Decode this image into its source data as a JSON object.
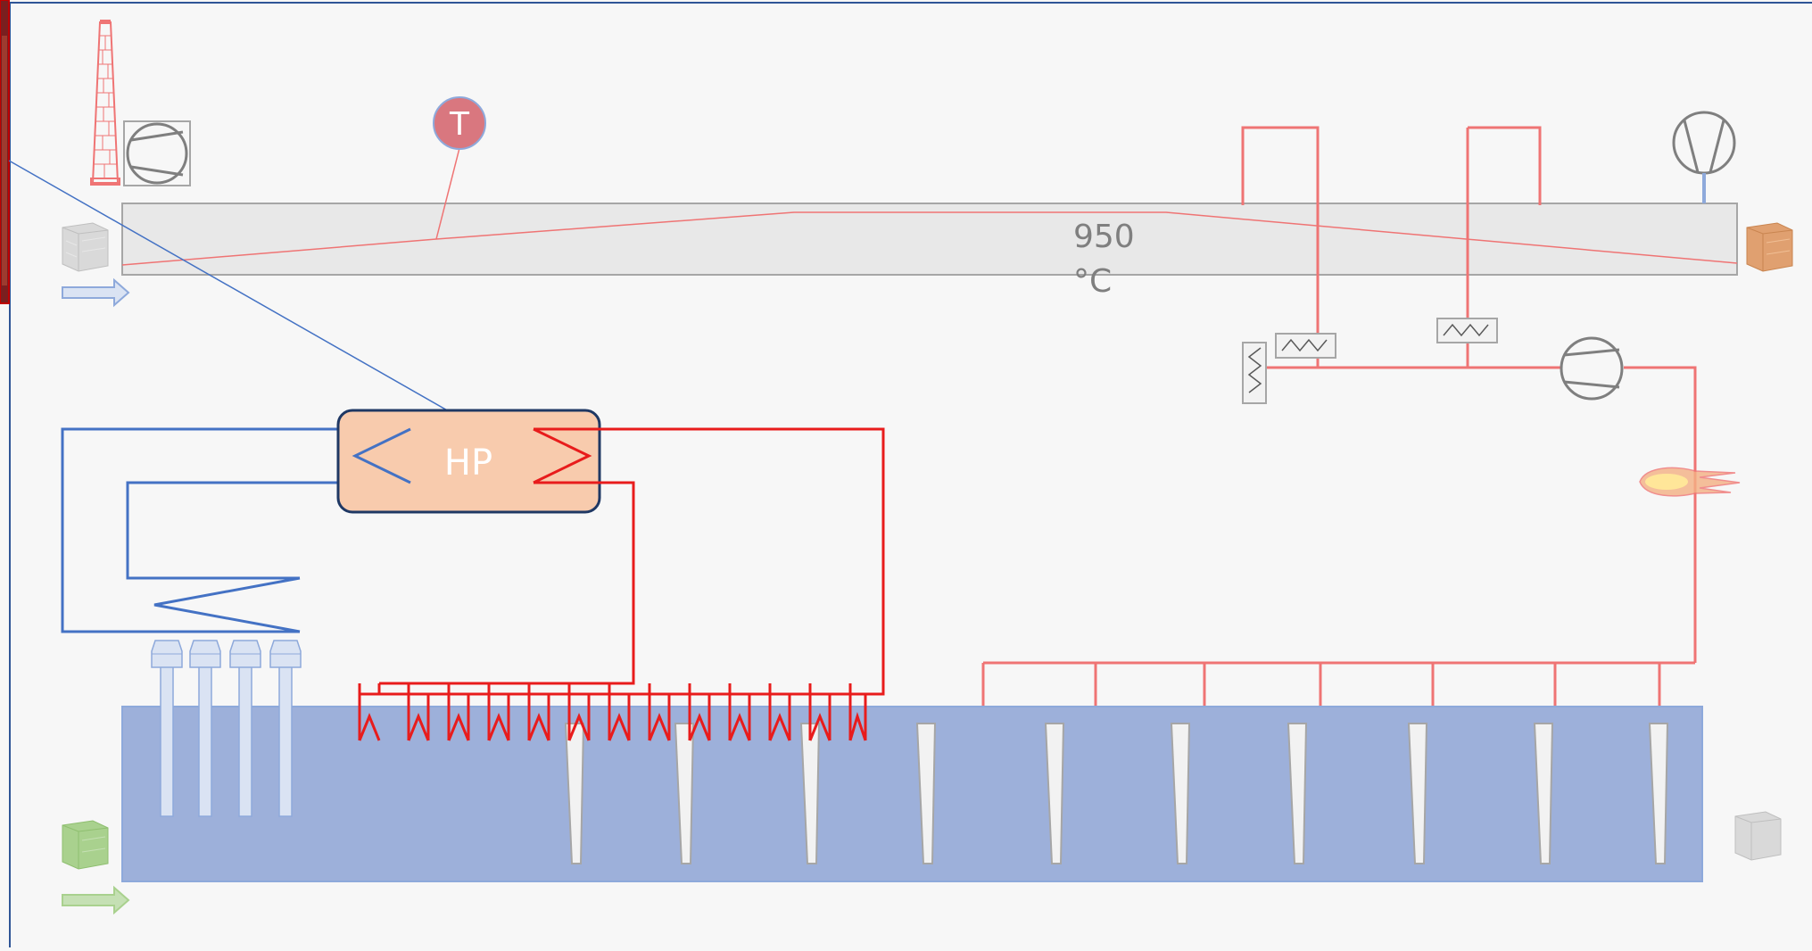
{
  "diagram": {
    "heat_pump_label": "HP",
    "temperature_sensor_label": "T",
    "kiln_temperature_value": "950",
    "kiln_temperature_unit": "°C"
  },
  "colors": {
    "background": "#f7f7f7",
    "frame": "#2f5597",
    "kiln": "#e8e8e8",
    "kiln_border": "#a6a6a6",
    "dryer": "#9db0da",
    "hot_loop": "#e81c1c",
    "flue_gas": "#ef7474",
    "cold_loop": "#4472c4",
    "heat_pump_fill": "#f8cbad",
    "heat_pump_border": "#1f3864",
    "sensor": "#d9777f",
    "equipment_stroke": "#7f7f7f"
  },
  "icons": {
    "chimney": "chimney-icon",
    "fan": "fan-icon",
    "compressor": "compressor-icon",
    "burner": "burner-flame-icon",
    "heater": "heat-exchanger-icon",
    "brick": "brick-icon",
    "arrow": "flow-arrow-icon"
  }
}
